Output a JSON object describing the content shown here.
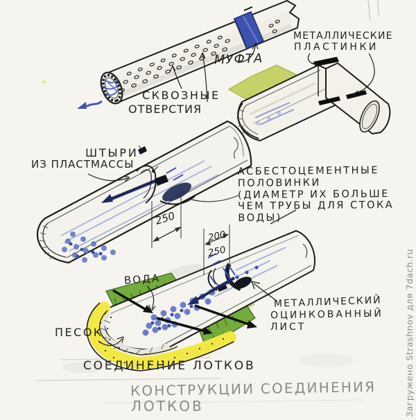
{
  "page": {
    "background": "#f6f4ef",
    "watermark": "Загружено Strashnov для 7dach.ru"
  },
  "labels": {
    "coupling": "МУФТА",
    "through_holes_l1": "СКВОЗНЫЕ",
    "through_holes_l2": "ОТВЕРСТИЯ",
    "metal_plates_l1": "МЕТАЛЛИЧЕСКИЕ",
    "metal_plates_l2": "ПЛАСТИНКИ",
    "plastic_pins_l1": "ШТЫРИ",
    "plastic_pins_l2": "ИЗ ПЛАСТМАССЫ",
    "asbestos_note_l1": "АСБЕСТОЦЕМЕНТНЫЕ",
    "asbestos_note_l2": "ПОЛОВИНКИ",
    "asbestos_note_l3": "(ДИАМЕТР ИХ БОЛЬШЕ",
    "asbestos_note_l4": "ЧЕМ ТРУБЫ ДЛЯ СТОКА",
    "asbestos_note_l5": "ВОДЫ)",
    "water": "ВОДА",
    "sand": "ПЕСОК",
    "zinc_sheet_l1": "МЕТАЛЛИЧЕСКИЙ",
    "zinc_sheet_l2": "ОЦИНКОВАННЫЙ",
    "zinc_sheet_l3": "ЛИСТ",
    "caption": "СОЕДИНЕНИЕ ЛОТКОВ",
    "title_l1": "КОНСТРУКЦИИ СОЕДИНЕНИЯ",
    "title_l2": "ЛОТКОВ"
  },
  "dimensions": {
    "trough_width_mm": "250",
    "joint_top_mm": "200",
    "joint_bottom_mm": "250"
  },
  "colors": {
    "ink": "#1d1d1b",
    "water_blue": "#3d55b2",
    "dark_navy": "#1e2a5e",
    "sand_yellow": "#f2e843",
    "grass_green": "#6da63c",
    "sheet_lime": "#c6d169",
    "pencil_gray": "#8e8b84"
  }
}
